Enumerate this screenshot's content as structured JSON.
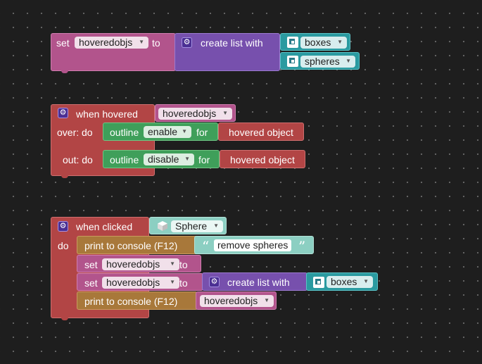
{
  "group1": {
    "set_kw": "set",
    "variable": "hoveredobjs",
    "to_kw": "to",
    "create_list": "create list with",
    "items": [
      "boxes",
      "spheres"
    ]
  },
  "group2": {
    "event": "when hovered",
    "variable": "hoveredobjs",
    "over_do": "over: do",
    "out_do": "out: do",
    "outline_kw": "outline",
    "for_kw": "for",
    "over_option": "enable",
    "out_option": "disable",
    "hovered_object": "hovered object"
  },
  "group3": {
    "event": "when clicked",
    "mesh": "Sphere",
    "do_kw": "do",
    "print1": "print to console (F12)",
    "string_value": "remove spheres",
    "quote_open": "“",
    "quote_close": "”",
    "set_kw": "set",
    "to_kw": "to",
    "variable": "hoveredobjs",
    "create_list": "create list with",
    "list_item": "boxes",
    "print2": "print to console (F12)",
    "print_var": "hoveredobjs"
  },
  "icons": {
    "gear": "gear-icon",
    "mesh": "mesh-icon",
    "cube": "cube-icon",
    "dropdown": "chevron-down-icon"
  },
  "colors": {
    "variable": "#b2548c",
    "list": "#7750ad",
    "mesh": "#2a9aa0",
    "event": "#b24545",
    "outline": "#3f9f5a",
    "print": "#a8783a",
    "text": "#8ccfc2"
  }
}
